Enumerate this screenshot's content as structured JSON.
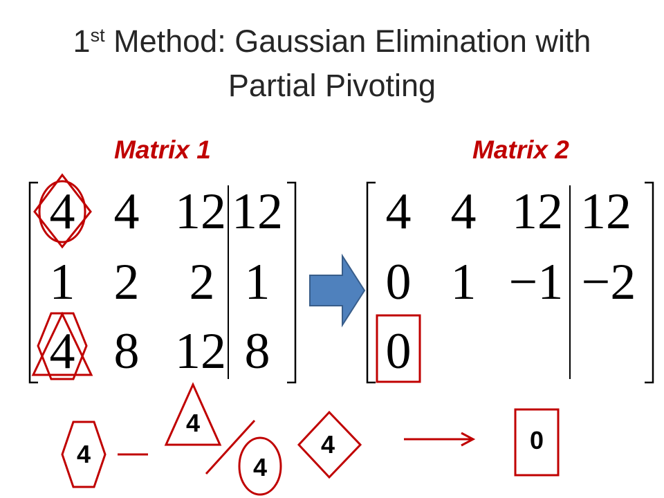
{
  "slide": {
    "title_number": "1",
    "title_superscript": "st",
    "title_line1_rest": " Method: Gaussian Elimination with",
    "title_line2": "Partial Pivoting"
  },
  "matrix1": {
    "label": "Matrix 1",
    "rows": [
      [
        "4",
        "4",
        "12",
        "12"
      ],
      [
        "1",
        "2",
        "2",
        "1"
      ],
      [
        "4",
        "8",
        "12",
        "8"
      ]
    ]
  },
  "matrix2": {
    "label": "Matrix 2",
    "rows": [
      [
        "4",
        "4",
        "12",
        "12"
      ],
      [
        "0",
        "1",
        "−1",
        "−2"
      ],
      [
        "0",
        "",
        "",
        ""
      ]
    ]
  },
  "formula": {
    "hexagon_value": "4",
    "triangle_value": "4",
    "circle_value": "4",
    "diamond_value": "4",
    "result_value": "0"
  },
  "colors": {
    "accent": "#c00000",
    "arrow_fill": "#4f81bd",
    "arrow_stroke": "#385d8a",
    "title": "#262626"
  },
  "icons": {
    "arrow": "right-block-arrow-icon",
    "hexagon": "hexagon-icon",
    "triangle": "triangle-icon",
    "circle": "circle-icon",
    "diamond": "diamond-icon",
    "square": "square-icon"
  }
}
